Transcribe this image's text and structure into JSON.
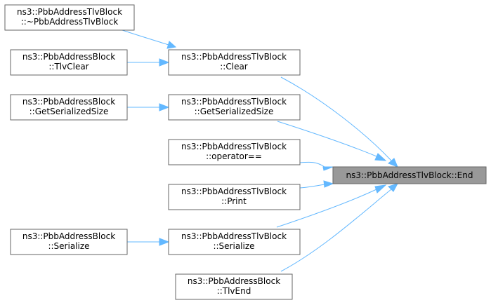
{
  "nodes": {
    "dtor": {
      "line1": "ns3::PbbAddressTlvBlock",
      "line2": "::~PbbAddressTlvBlock"
    },
    "blk_tlvclear": {
      "line1": "ns3::PbbAddressBlock",
      "line2": "::TlvClear"
    },
    "blk_getsize": {
      "line1": "ns3::PbbAddressBlock",
      "line2": "::GetSerializedSize"
    },
    "blk_serialize": {
      "line1": "ns3::PbbAddressBlock",
      "line2": "::Serialize"
    },
    "clear": {
      "line1": "ns3::PbbAddressTlvBlock",
      "line2": "::Clear"
    },
    "getsize": {
      "line1": "ns3::PbbAddressTlvBlock",
      "line2": "::GetSerializedSize"
    },
    "opeq": {
      "line1": "ns3::PbbAddressTlvBlock",
      "line2": "::operator=="
    },
    "print": {
      "line1": "ns3::PbbAddressTlvBlock",
      "line2": "::Print"
    },
    "serialize": {
      "line1": "ns3::PbbAddressTlvBlock",
      "line2": "::Serialize"
    },
    "tlvend": {
      "line1": "ns3::PbbAddressBlock",
      "line2": "::TlvEnd"
    },
    "end": {
      "label": "ns3::PbbAddressTlvBlock::End"
    }
  },
  "edges": [
    {
      "from": "dtor",
      "to": "clear"
    },
    {
      "from": "blk_tlvclear",
      "to": "clear"
    },
    {
      "from": "blk_getsize",
      "to": "getsize"
    },
    {
      "from": "blk_serialize",
      "to": "serialize"
    },
    {
      "from": "clear",
      "to": "end"
    },
    {
      "from": "getsize",
      "to": "end"
    },
    {
      "from": "opeq",
      "to": "end"
    },
    {
      "from": "print",
      "to": "end"
    },
    {
      "from": "serialize",
      "to": "end"
    },
    {
      "from": "tlvend",
      "to": "end"
    }
  ],
  "colors": {
    "edge": "#63b8ff",
    "node_border": "#666666",
    "focus_fill": "#999999"
  }
}
